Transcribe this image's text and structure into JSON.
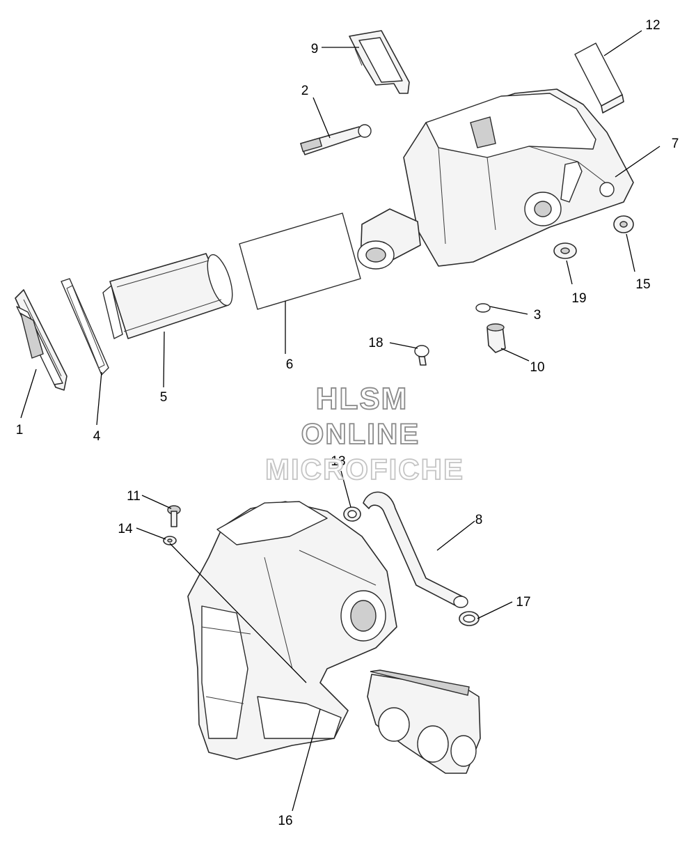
{
  "watermark": {
    "line1": "HLSM",
    "line2": "ONLINE",
    "line3": "MICROFICHE",
    "color_primary": "#8a8a8a",
    "color_faded": "#c4c4c4"
  },
  "callouts": {
    "c1": "1",
    "c2": "2",
    "c3": "3",
    "c4": "4",
    "c5": "5",
    "c6": "6",
    "c7": "7",
    "c8": "8",
    "c9": "9",
    "c10": "10",
    "c11": "11",
    "c12": "12",
    "c13": "13",
    "c14": "14",
    "c15": "15",
    "c16": "16",
    "c17": "17",
    "c18": "18",
    "c19": "19"
  }
}
